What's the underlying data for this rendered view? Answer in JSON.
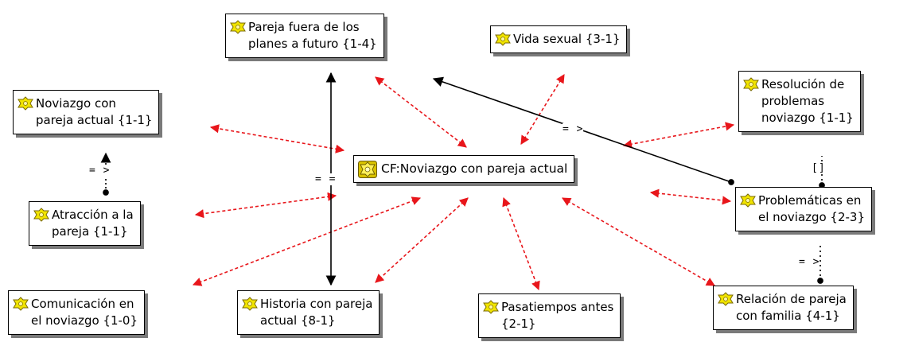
{
  "nodes": {
    "core": "CF:Noviazgo con pareja actual",
    "pareja_fuera_l1": "Pareja fuera de los",
    "pareja_fuera_l2": "planes a futuro {1-4}",
    "vida_sexual": "Vida sexual {3-1}",
    "noviazgo_l1": "Noviazgo con",
    "noviazgo_l2": "pareja actual {1-1}",
    "resolucion_l1": "Resolución de",
    "resolucion_l2": "problemas",
    "resolucion_l3": "noviazgo {1-1}",
    "atraccion_l1": "Atracción a la",
    "atraccion_l2": "pareja {1-1}",
    "problematicas_l1": "Problemáticas en",
    "problematicas_l2": "el noviazgo {2-3}",
    "comunicacion_l1": "Comunicación en",
    "comunicacion_l2": "el noviazgo {1-0}",
    "historia_l1": "Historia con pareja",
    "historia_l2": "actual {8-1}",
    "pasatiempos_l1": "Pasatiempos antes",
    "pasatiempos_l2": "{2-1}",
    "relacion_l1": "Relación de pareja",
    "relacion_l2": "con familia {4-1}"
  },
  "relations": {
    "rel_noviazgo_atraccion": "= >",
    "rel_eq": "= =",
    "rel_resolucion_pareja": "= >",
    "rel_brackets": "[]",
    "rel_problem_relacion": "= >"
  },
  "colors": {
    "link_red": "#e8161b",
    "link_black": "#000000",
    "icon_fill": "#f1e400",
    "icon_stroke": "#7a6a00"
  }
}
